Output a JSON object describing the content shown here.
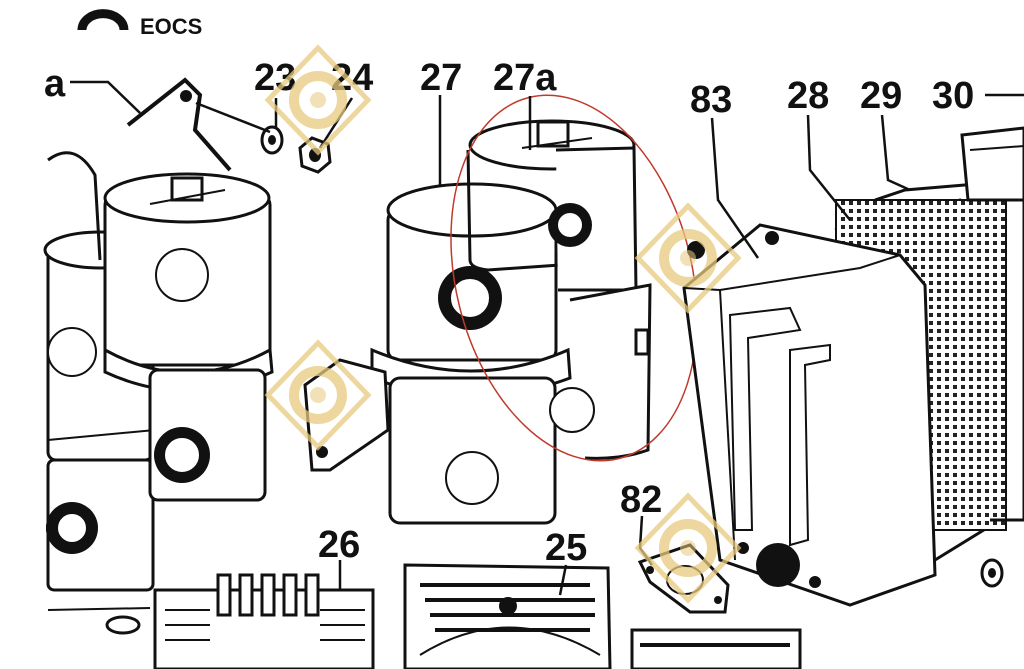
{
  "header": {
    "text": "EOCS"
  },
  "part_labels": {
    "a": "a",
    "l23": "23",
    "l24": "24",
    "l27": "27",
    "l27a": "27a",
    "l83": "83",
    "l28": "28",
    "l29": "29",
    "l30": "30",
    "l82": "82",
    "l26": "26",
    "l25": "25"
  },
  "highlight": {
    "color": "#c0392b",
    "target": "27a"
  },
  "watermark": {
    "icon": "logo-watermark-icon",
    "color": "#e7c97e"
  }
}
